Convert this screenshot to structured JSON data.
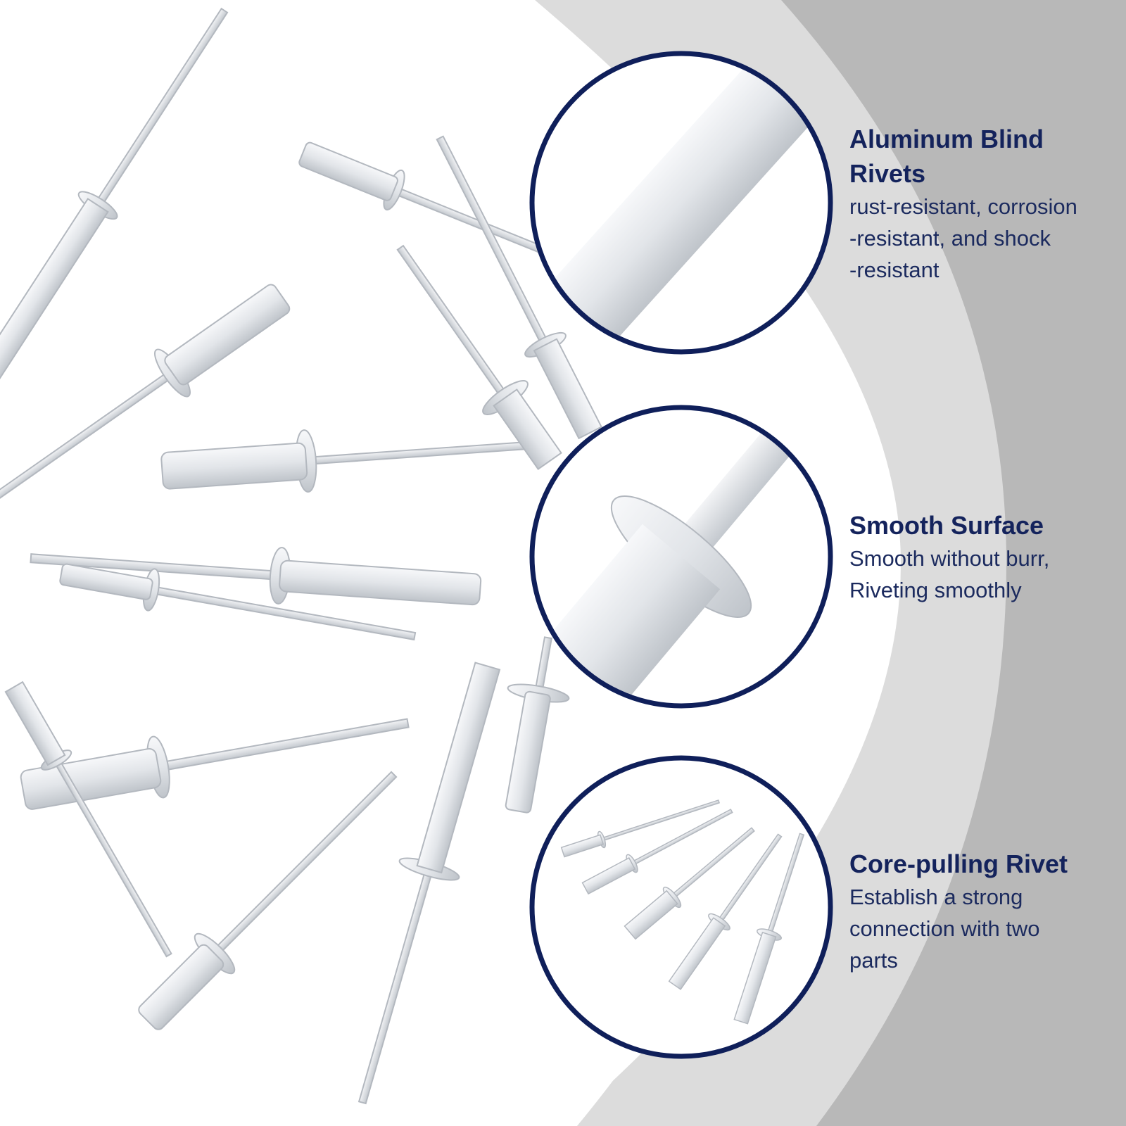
{
  "features": [
    {
      "title": "Aluminum Blind\nRivets",
      "description": "rust-resistant, corrosion\n-resistant, and shock\n-resistant"
    },
    {
      "title": "Smooth Surface",
      "description": "Smooth without burr,\nRiveting smoothly"
    },
    {
      "title": "Core-pulling Rivet",
      "description": "Establish a strong\nconnection with two\nparts"
    }
  ],
  "colors": {
    "ring": "#0f1f5a",
    "text": "#14235c",
    "band_light": "#dcdcdc",
    "band_dark": "#b8b8b8",
    "metal": "#e6e9ed",
    "metal_edge": "#b3b8bf"
  },
  "icons": {
    "detail_1": "rivet-mandrel-closeup",
    "detail_2": "rivet-flange-closeup",
    "detail_3": "rivet-size-set"
  }
}
